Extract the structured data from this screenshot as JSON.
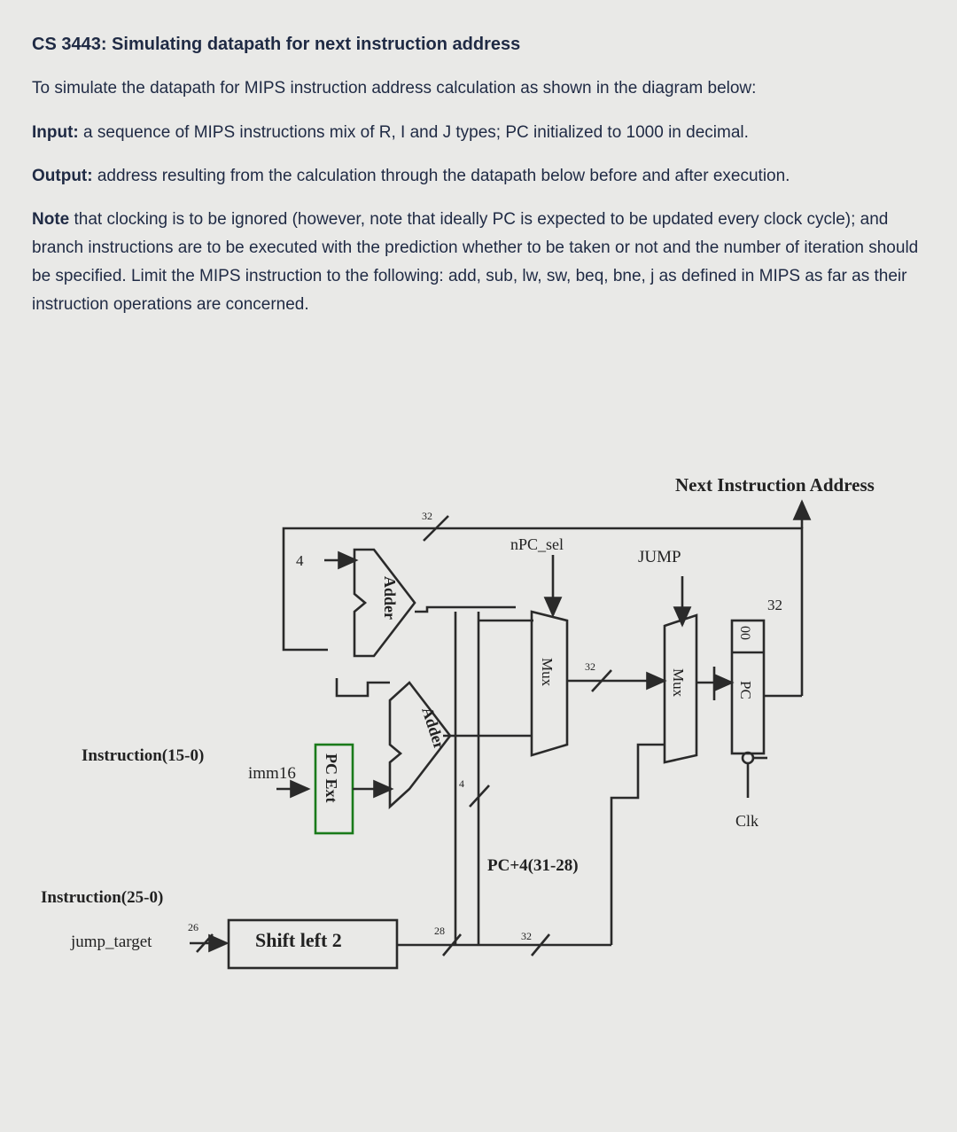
{
  "document": {
    "title": "CS 3443: Simulating datapath for next instruction address",
    "line1": "To simulate the datapath for MIPS instruction address calculation as shown in the diagram below:",
    "line2_label": "Input:",
    "line2_rest": " a sequence of MIPS instructions mix of R, I and J types; PC initialized to 1000 in decimal.",
    "line3_label": "Output:",
    "line3_rest": " address resulting from the calculation through the datapath below before and after execution.",
    "note_label": "Note",
    "note_rest": " that clocking is to be ignored (however, note that ideally PC is expected to be updated every clock cycle); and branch instructions are to be executed with the prediction whether to be taken or not and the number of iteration should be specified. Limit the MIPS instruction to the following: add, sub, lw, sw, beq, bne, j as defined in MIPS as far as their instruction operations are concerned."
  },
  "diagram": {
    "next_instruction_address": "Next Instruction Address",
    "npc_sel": "nPC_sel",
    "jump": "JUMP",
    "four": "4",
    "adder_top": "Adder",
    "adder_bottom": "Adder",
    "mux_left": "Mux",
    "mux_right": "Mux",
    "pc_ext": "PC Ext",
    "pc_reg": "PC",
    "pc_00": "00",
    "clk": "Clk",
    "imm16": "imm16",
    "instruction_15_0": "Instruction(15-0)",
    "instruction_25_0": "Instruction(25-0)",
    "jump_target": "jump_target",
    "shift_left_2": "Shift left 2",
    "pc4_31_28": "PC+4(31-28)",
    "width_32_top": "32",
    "width_32_mux": "32",
    "width_32_pc": "32",
    "width_32_bottom": "32",
    "width_28": "28",
    "width_26": "26",
    "width_4": "4"
  }
}
